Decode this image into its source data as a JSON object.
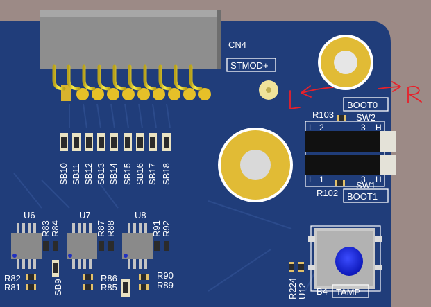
{
  "board": {
    "connector_label": "CN4",
    "connector_sub": "STMOD+",
    "boot0": "BOOT0",
    "boot1": "BOOT1",
    "tamp": "TAMP",
    "r103": "R103",
    "r102": "R102",
    "sw2": "SW2",
    "sw1": "SW1",
    "sw2_pins": [
      "L",
      "2",
      "3",
      "H"
    ],
    "sw1_pins": [
      "L",
      "1",
      "3",
      "H"
    ],
    "sb_labels": [
      "SB10",
      "SB11",
      "SB12",
      "SB13",
      "SB14",
      "SB15",
      "SB16",
      "SB17",
      "SB18"
    ],
    "ics": [
      {
        "ref": "U6",
        "r1": "R83",
        "r2": "R84"
      },
      {
        "ref": "U7",
        "r1": "R87",
        "r2": "R88"
      },
      {
        "ref": "U8",
        "r1": "R91",
        "r2": "R92"
      }
    ],
    "bottom_refs": {
      "r82": "R82",
      "r81": "R81",
      "sb9": "SB9",
      "r86": "R86",
      "r85": "R85",
      "r90": "R90",
      "r89": "R89",
      "r224": "R224",
      "u12": "U12",
      "b4": "B4"
    }
  },
  "annotations": {
    "left": "L",
    "right": "R"
  },
  "colors": {
    "pcb": "#203d7a",
    "silkscreen": "#ffffff",
    "gold": "#e8c13a",
    "annotation": "#e8202a",
    "button": "#1a2be0"
  }
}
